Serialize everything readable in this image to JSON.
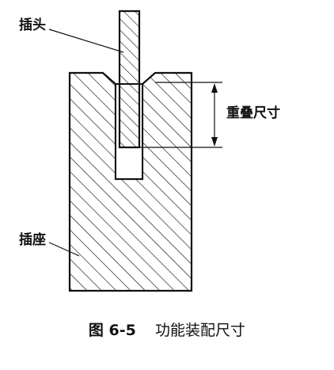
{
  "labels": {
    "plug": "插头",
    "overlap": "重叠尺寸",
    "socket": "插座"
  },
  "caption": {
    "figure_number": "图 6-5",
    "title": "功能装配尺寸"
  },
  "colors": {
    "ink": "#111111",
    "background": "#ffffff"
  }
}
